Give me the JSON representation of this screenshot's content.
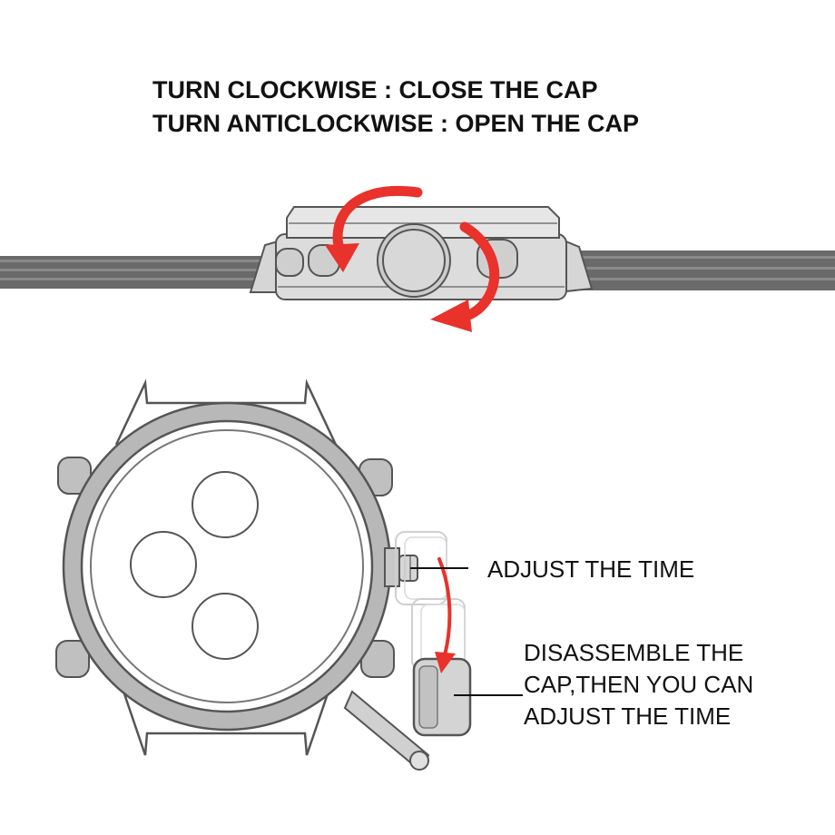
{
  "instructions": {
    "line1": "TURN CLOCKWISE : CLOSE THE CAP",
    "line2": "TURN ANTICLOCKWISE : OPEN THE CAP"
  },
  "callouts": {
    "adjust_time": "ADJUST THE TIME",
    "disassemble_line1": "DISASSEMBLE THE",
    "disassemble_line2": "CAP,THEN YOU CAN",
    "disassemble_line3": "ADJUST THE TIME"
  },
  "colors": {
    "arrow": "#e8322b",
    "outline": "#555555",
    "metal": "#bdbdbd",
    "strap": "#5a5a5a"
  },
  "icons": {
    "side_view": "watch-side-view-illustration",
    "front_view": "watch-front-view-illustration",
    "rotate_arrow": "red-curved-arrow-icon"
  }
}
